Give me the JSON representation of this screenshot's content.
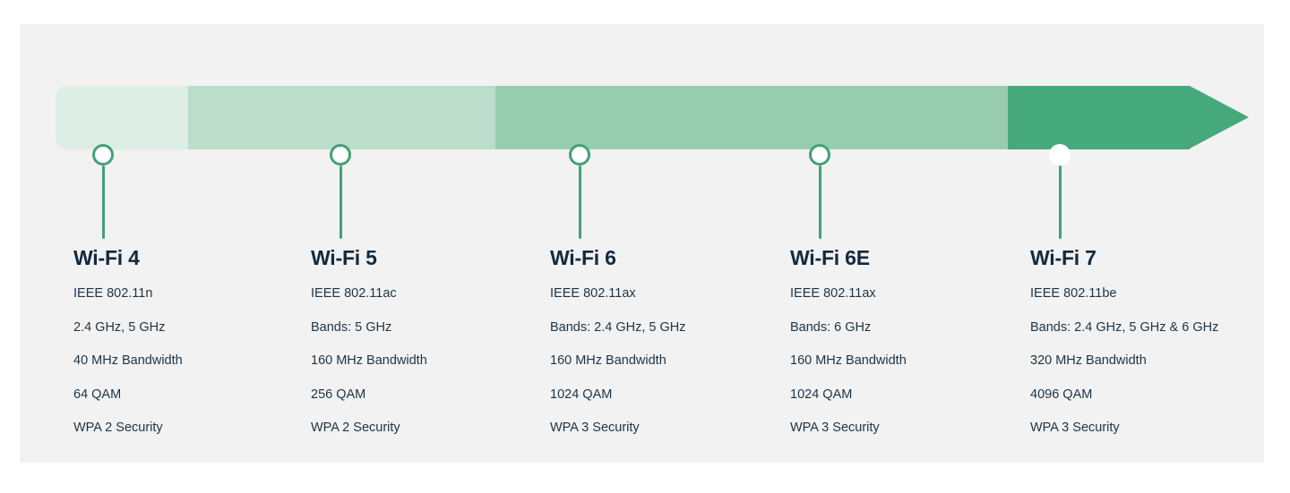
{
  "card": {
    "background_color": "#f2f2f2",
    "page_background": "#ffffff"
  },
  "timeline": {
    "accent_color": "#43a177",
    "arrow_head_color": "#45a97c",
    "text_color": "#13293d",
    "segments": [
      {
        "name": "segment-wifi4",
        "color": "#ddeee5"
      },
      {
        "name": "segment-wifi5",
        "color": "#bbddca"
      },
      {
        "name": "segment-wifi6-6e",
        "color": "#96cdae"
      },
      {
        "name": "segment-wifi7",
        "color": "#45a97c"
      }
    ],
    "markers": [
      {
        "name": "marker-wifi4",
        "style": "ring"
      },
      {
        "name": "marker-wifi5",
        "style": "ring"
      },
      {
        "name": "marker-wifi6",
        "style": "ring"
      },
      {
        "name": "marker-wifi6e",
        "style": "ring"
      },
      {
        "name": "marker-wifi7",
        "style": "solid"
      }
    ]
  },
  "generations": [
    {
      "title": "Wi-Fi 4",
      "standard": "IEEE 802.11n",
      "bands": "2.4 GHz, 5 GHz",
      "bandwidth": "40 MHz Bandwidth",
      "qam": "64 QAM",
      "security": "WPA 2 Security"
    },
    {
      "title": "Wi-Fi 5",
      "standard": "IEEE 802.11ac",
      "bands": "Bands: 5 GHz",
      "bandwidth": "160 MHz Bandwidth",
      "qam": "256 QAM",
      "security": "WPA 2 Security"
    },
    {
      "title": "Wi-Fi 6",
      "standard": "IEEE 802.11ax",
      "bands": "Bands: 2.4 GHz, 5 GHz",
      "bandwidth": "160 MHz Bandwidth",
      "qam": "1024 QAM",
      "security": "WPA 3 Security"
    },
    {
      "title": "Wi-Fi 6E",
      "standard": "IEEE 802.11ax",
      "bands": "Bands: 6 GHz",
      "bandwidth": "160 MHz Bandwidth",
      "qam": "1024 QAM",
      "security": "WPA 3 Security"
    },
    {
      "title": "Wi-Fi 7",
      "standard": "IEEE 802.11be",
      "bands": "Bands: 2.4 GHz, 5 GHz & 6 GHz",
      "bandwidth": "320 MHz Bandwidth",
      "qam": "4096 QAM",
      "security": "WPA 3 Security"
    }
  ]
}
